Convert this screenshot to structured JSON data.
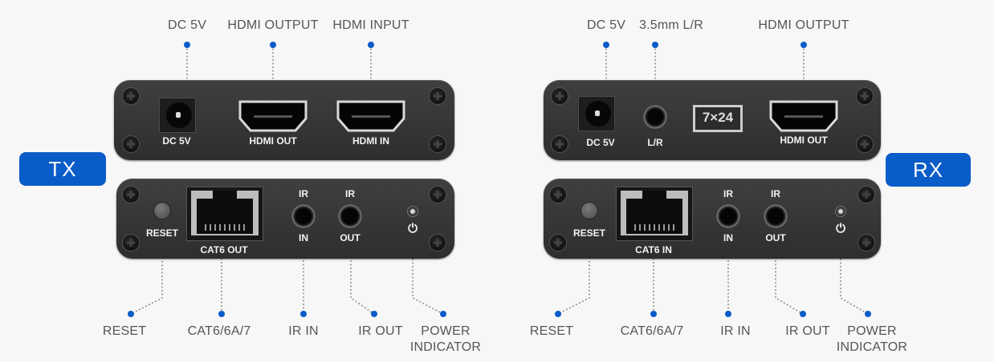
{
  "accent_color": "#0a5cc8",
  "tx": {
    "badge": "TX",
    "top_callouts": [
      "DC 5V",
      "HDMI OUTPUT",
      "HDMI INPUT"
    ],
    "top_panel_labels": [
      "DC 5V",
      "HDMI OUT",
      "HDMI IN"
    ],
    "bottom_panel_labels": {
      "reset": "RESET",
      "cat6": "CAT6 OUT",
      "ir_in_top": "IR",
      "ir_in_bottom": "IN",
      "ir_out_top": "IR",
      "ir_out_bottom": "OUT",
      "power_icon": "⏻"
    },
    "bottom_callouts": [
      "RESET",
      "CAT6/6A/7",
      "IR IN",
      "IR OUT",
      "POWER",
      "INDICATOR"
    ]
  },
  "rx": {
    "badge": "RX",
    "top_callouts": [
      "DC 5V",
      "3.5mm L/R",
      "HDMI OUTPUT"
    ],
    "top_panel_labels": [
      "DC 5V",
      "L/R",
      "HDMI OUT"
    ],
    "service_badge": "7×24",
    "bottom_panel_labels": {
      "reset": "RESET",
      "cat6": "CAT6 IN",
      "ir_in_top": "IR",
      "ir_in_bottom": "IN",
      "ir_out_top": "IR",
      "ir_out_bottom": "OUT",
      "power_icon": "⏻"
    },
    "bottom_callouts": [
      "RESET",
      "CAT6/6A/7",
      "IR IN",
      "IR OUT",
      "POWER",
      "INDICATOR"
    ]
  }
}
